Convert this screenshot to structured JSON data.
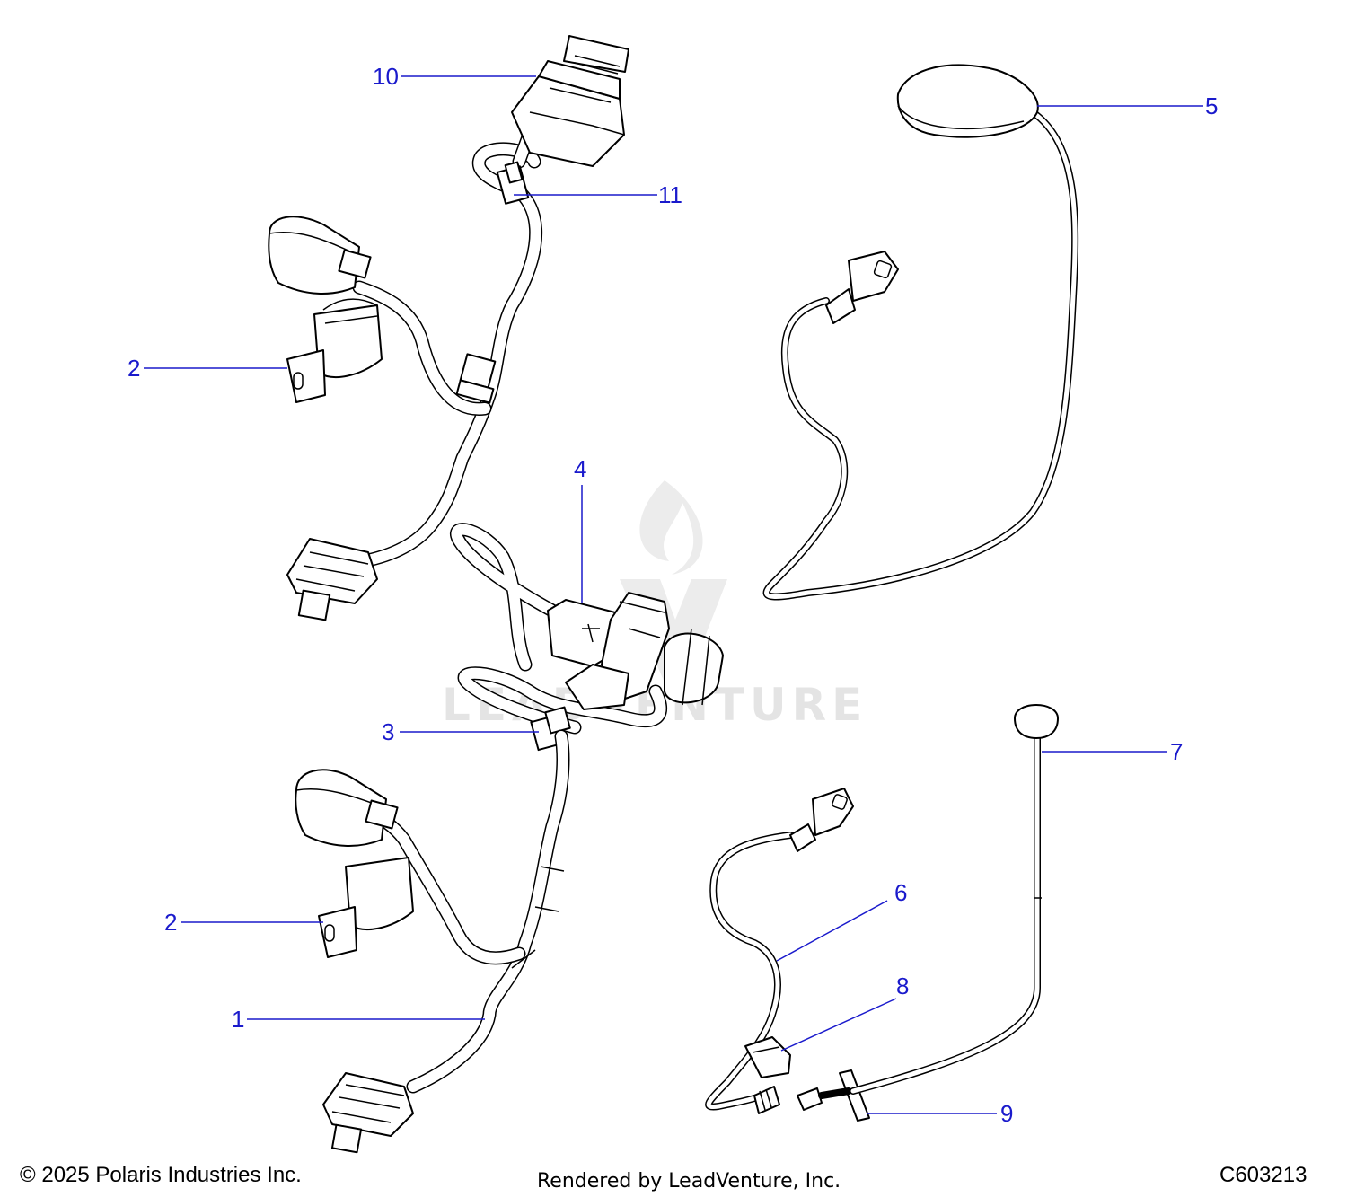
{
  "callouts": [
    {
      "id": "callout-10",
      "label": "10"
    },
    {
      "id": "callout-11",
      "label": "11"
    },
    {
      "id": "callout-5",
      "label": "5"
    },
    {
      "id": "callout-2a",
      "label": "2"
    },
    {
      "id": "callout-4",
      "label": "4"
    },
    {
      "id": "callout-3",
      "label": "3"
    },
    {
      "id": "callout-7",
      "label": "7"
    },
    {
      "id": "callout-6",
      "label": "6"
    },
    {
      "id": "callout-2b",
      "label": "2"
    },
    {
      "id": "callout-8",
      "label": "8"
    },
    {
      "id": "callout-1",
      "label": "1"
    },
    {
      "id": "callout-9",
      "label": "9"
    }
  ],
  "footer": {
    "copyright": "© 2025 Polaris Industries Inc.",
    "rendered_by": "Rendered by LeadVenture, Inc.",
    "diagram_code": "C603213"
  },
  "watermark": {
    "text": "LEADVENTURE"
  },
  "colors": {
    "callout": "#1a1acc",
    "line": "#000000",
    "background": "#ffffff",
    "watermark": "#e4e4e4"
  }
}
